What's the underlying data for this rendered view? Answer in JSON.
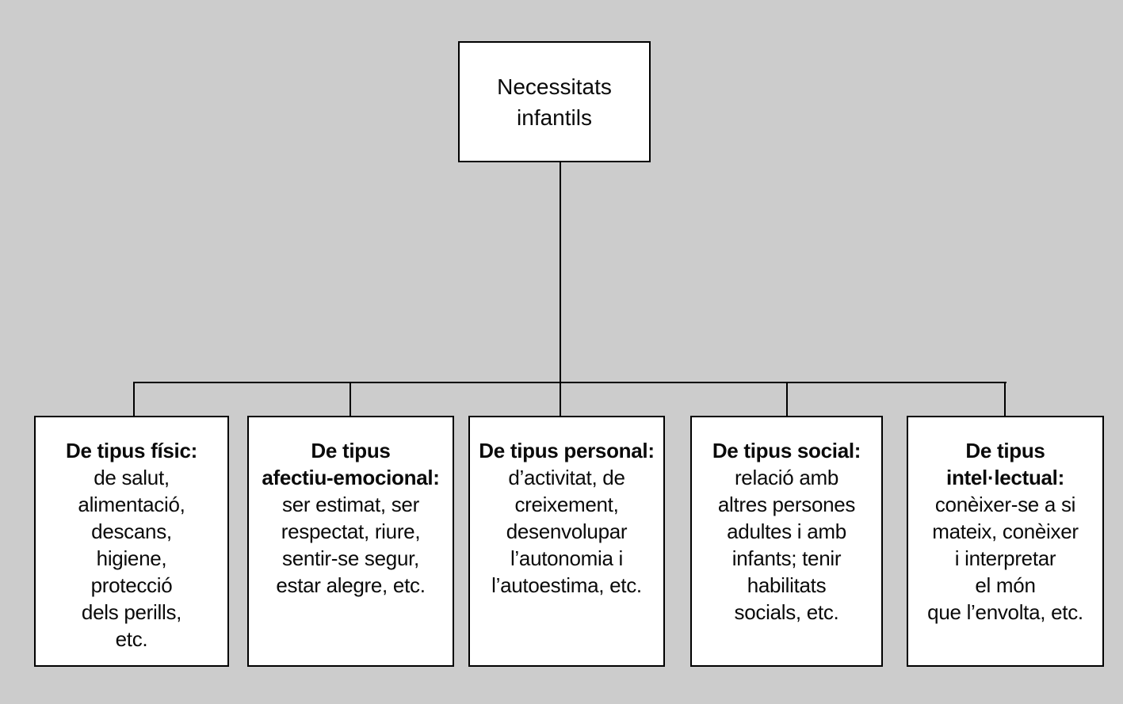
{
  "colors": {
    "background": "#cccccc",
    "box_fill": "#ffffff",
    "box_border": "#000000",
    "connector": "#000000",
    "text": "#0a0a0a"
  },
  "root_box": {
    "label": "Necessitats\ninfantils"
  },
  "child_boxes": [
    {
      "title": "De tipus físic:",
      "body": "de salut,\nalimentació,\ndescans,\nhigiene,\nprotecció\ndels perills,\netc."
    },
    {
      "title": "De tipus\nafectiu-emocional:",
      "body": "ser estimat,  ser\nrespectat, riure,\nsentir-se segur,\nestar alegre, etc."
    },
    {
      "title": "De tipus personal:",
      "body": "d’activitat, de\ncreixement,\ndesenvolupar\nl’autonomia i\nl’autoestima, etc."
    },
    {
      "title": "De tipus social:",
      "body": "relació amb\naltres persones\nadultes i amb\ninfants; tenir\nhabilitats\nsocials, etc."
    },
    {
      "title": "De tipus\nintel·lectual:",
      "body": "conèixer-se a si\nmateix, conèixer\ni interpretar\nel món\nque l’envolta, etc."
    }
  ]
}
